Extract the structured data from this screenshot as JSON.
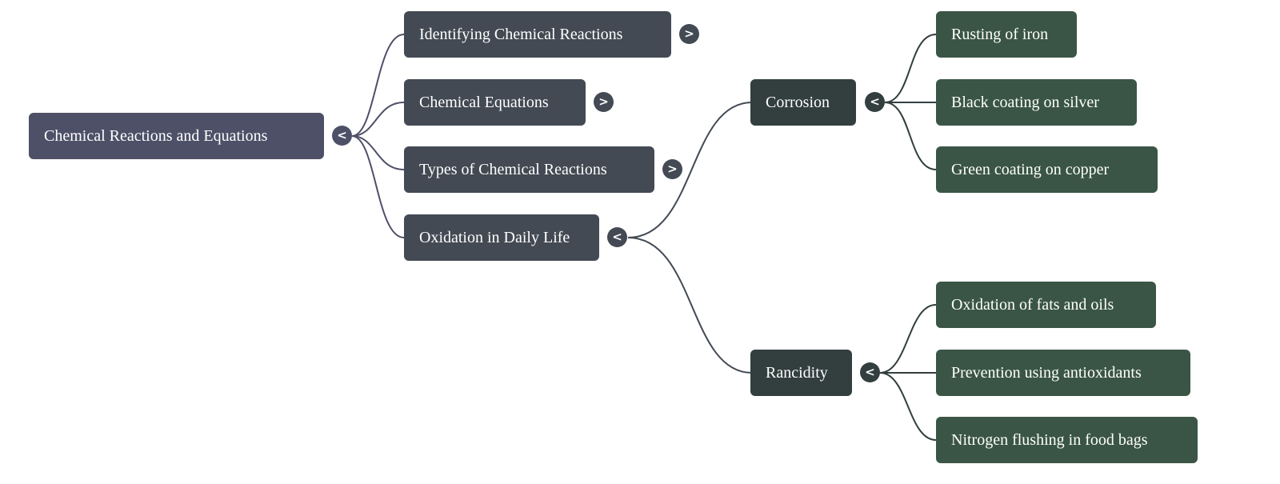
{
  "mindmap": {
    "root": {
      "label": "Chemical Reactions and Equations",
      "toggle": "<",
      "expanded": true
    },
    "topics": [
      {
        "label": "Identifying Chemical Reactions",
        "toggle": ">",
        "expanded": false
      },
      {
        "label": "Chemical Equations",
        "toggle": ">",
        "expanded": false
      },
      {
        "label": "Types of Chemical Reactions",
        "toggle": ">",
        "expanded": false
      },
      {
        "label": "Oxidation in Daily Life",
        "toggle": "<",
        "expanded": true
      }
    ],
    "subtopics": [
      {
        "label": "Corrosion",
        "toggle": "<",
        "expanded": true,
        "children": [
          "Rusting of iron",
          "Black coating on silver",
          "Green coating on copper"
        ]
      },
      {
        "label": "Rancidity",
        "toggle": "<",
        "expanded": true,
        "children": [
          "Oxidation of fats and oils",
          "Prevention using antioxidants",
          "Nitrogen flushing in food bags"
        ]
      }
    ]
  },
  "colors": {
    "root": "#4e5068",
    "topic": "#434a54",
    "subtopic": "#323f3e",
    "leaf": "#3a5545",
    "edge_root": "#4e5068",
    "edge_topic": "#434a54",
    "edge_subtopic": "#323f3e"
  }
}
